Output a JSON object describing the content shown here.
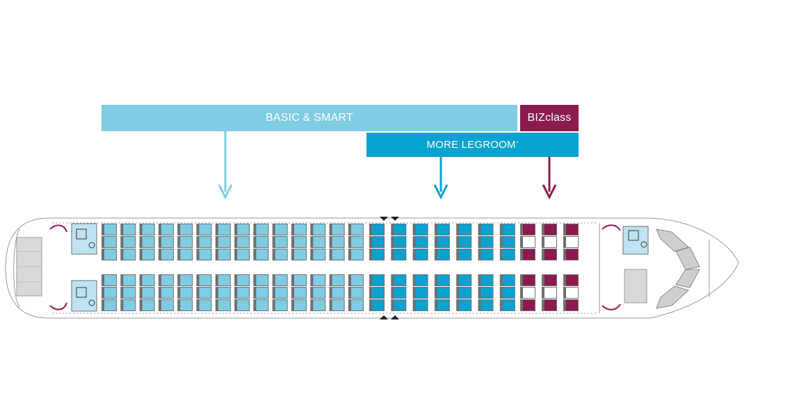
{
  "banners": {
    "basic_smart": "BASIC & SMART",
    "bizclass": "BIZclass",
    "more_legroom": "MORE LEGROOM",
    "more_legroom_mark": "*"
  },
  "colors": {
    "basic": "#7fcce3",
    "legroom": "#0aa2d1",
    "biz": "#8b1a4e",
    "outline": "#9a9a9a",
    "seat_shadow": "#6f6f6f"
  },
  "cabin": {
    "basic_rows": 14,
    "legroom_rows": 7,
    "biz_rows": 3,
    "seats_per_side": 3
  }
}
